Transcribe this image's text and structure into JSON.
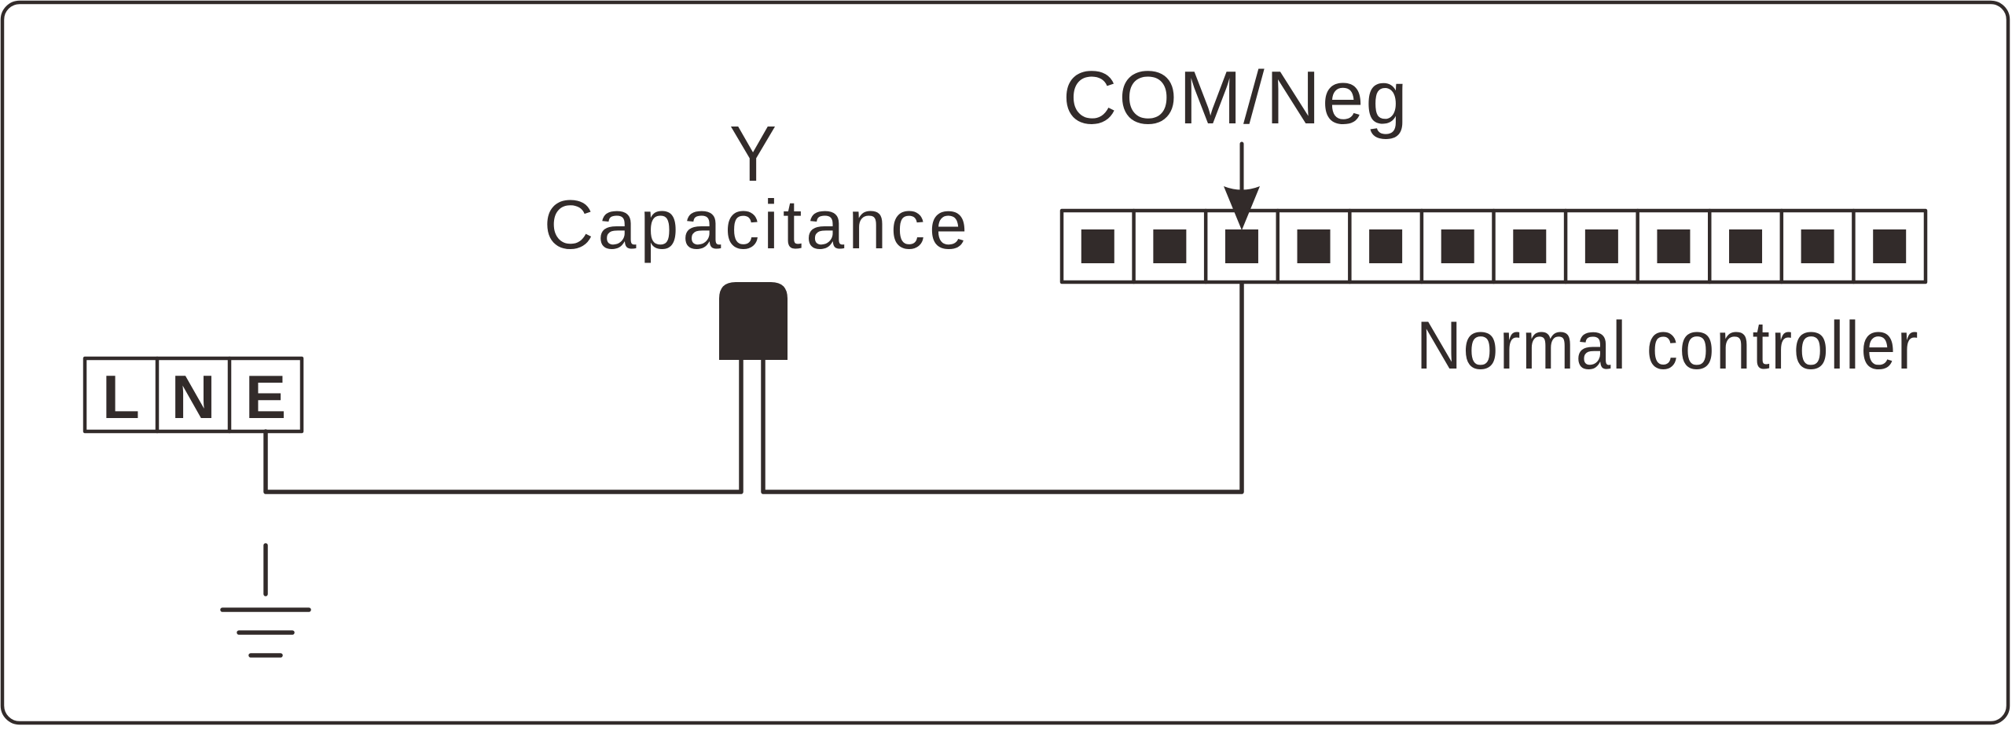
{
  "colors": {
    "ink": "#322b2a",
    "background": "#ffffff"
  },
  "power_terminal": {
    "labels": [
      "L",
      "N",
      "E"
    ],
    "connected_terminal": "E"
  },
  "ground_symbol": {
    "icon": "ground-icon"
  },
  "capacitor": {
    "title": "Y",
    "subtitle": "Capacitance",
    "icon": "capacitor-icon"
  },
  "controller": {
    "label": "Normal controller",
    "terminal_count": 12,
    "com_terminal_index": 3,
    "com_label": "COM/Neg",
    "arrow_icon": "arrow-down-icon"
  }
}
